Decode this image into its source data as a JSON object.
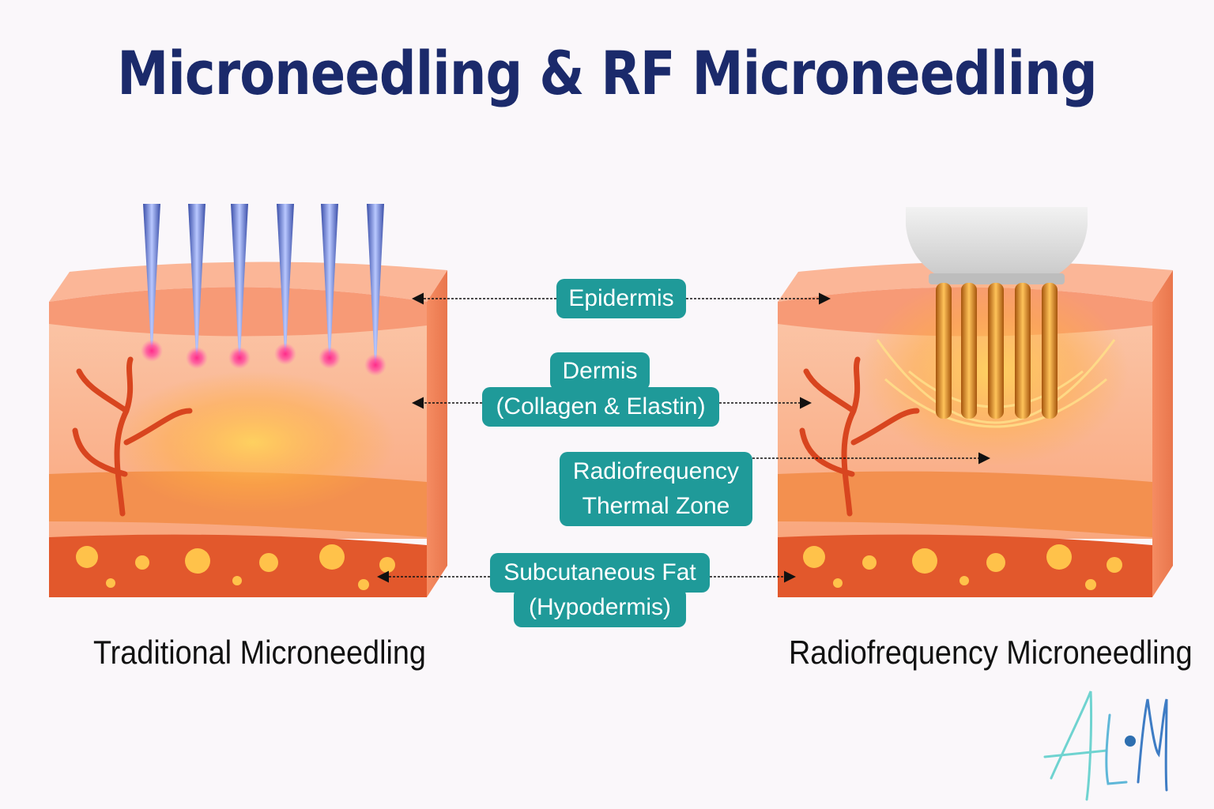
{
  "title": "Microneedling & RF Microneedling",
  "labels": {
    "epidermis": "Epidermis",
    "dermis_line1": "Dermis",
    "dermis_line2": "(Collagen & Elastin)",
    "thermal_line1": "Radiofrequency",
    "thermal_line2": "Thermal Zone",
    "fat_line1": "Subcutaneous Fat",
    "fat_line2": "(Hypodermis)"
  },
  "captions": {
    "left": "Traditional Microneedling",
    "right": "Radiofrequency Microneedling"
  },
  "logo_text": "ALM",
  "colors": {
    "title": "#1b2a6b",
    "pill": "#1f9a99",
    "skin_top": "#f6a98a",
    "dermis": "#fbb99a",
    "fat": "#e85a2c",
    "rf_glow": "#ffb020"
  }
}
